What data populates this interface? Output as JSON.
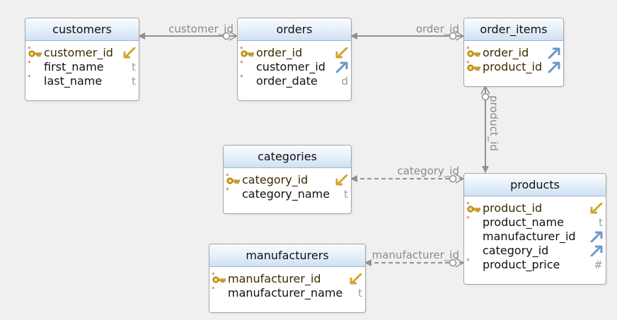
{
  "colors": {
    "background": "#f0f0f0",
    "entity_border": "#a6a6a6",
    "connector": "#909090",
    "required_marker": "#d04848",
    "pk_arrow": "#d3a530",
    "fk_arrow": "#6c98c9"
  },
  "required_marker": "*",
  "entities": {
    "customers": {
      "title": "customers",
      "columns": [
        {
          "name": "customer_id",
          "type": "",
          "type_icon": "primary-key-arrow-icon"
        },
        {
          "name": "first_name",
          "type": "t"
        },
        {
          "name": "last_name",
          "type": "t"
        }
      ]
    },
    "orders": {
      "title": "orders",
      "columns": [
        {
          "name": "order_id",
          "type": "",
          "type_icon": "primary-key-arrow-icon"
        },
        {
          "name": "customer_id",
          "type": "",
          "type_icon": "foreign-key-arrow-icon"
        },
        {
          "name": "order_date",
          "type": "d"
        }
      ]
    },
    "order_items": {
      "title": "order_items",
      "columns": [
        {
          "name": "order_id",
          "type": "",
          "type_icon": "foreign-key-arrow-icon"
        },
        {
          "name": "product_id",
          "type": "",
          "type_icon": "foreign-key-arrow-icon"
        }
      ]
    },
    "categories": {
      "title": "categories",
      "columns": [
        {
          "name": "category_id",
          "type": "",
          "type_icon": "primary-key-arrow-icon"
        },
        {
          "name": "category_name",
          "type": "t"
        }
      ]
    },
    "products": {
      "title": "products",
      "columns": [
        {
          "name": "product_id",
          "type": "",
          "type_icon": "primary-key-arrow-icon"
        },
        {
          "name": "product_name",
          "type": "t"
        },
        {
          "name": "manufacturer_id",
          "type": "",
          "type_icon": "foreign-key-arrow-icon"
        },
        {
          "name": "category_id",
          "type": "",
          "type_icon": "foreign-key-arrow-icon"
        },
        {
          "name": "product_price",
          "type": "#"
        }
      ]
    },
    "manufacturers": {
      "title": "manufacturers",
      "columns": [
        {
          "name": "manufacturer_id",
          "type": "",
          "type_icon": "primary-key-arrow-icon"
        },
        {
          "name": "manufacturer_name",
          "type": "t"
        }
      ]
    }
  },
  "relationships": [
    {
      "label": "customer_id",
      "from": "orders",
      "to": "customers",
      "style": "solid"
    },
    {
      "label": "order_id",
      "from": "order_items",
      "to": "orders",
      "style": "solid"
    },
    {
      "label": "product_id",
      "from": "order_items",
      "to": "products",
      "style": "solid"
    },
    {
      "label": "category_id",
      "from": "products",
      "to": "categories",
      "style": "dashed"
    },
    {
      "label": "manufacturer_id",
      "from": "products",
      "to": "manufacturers",
      "style": "dashed"
    }
  ]
}
